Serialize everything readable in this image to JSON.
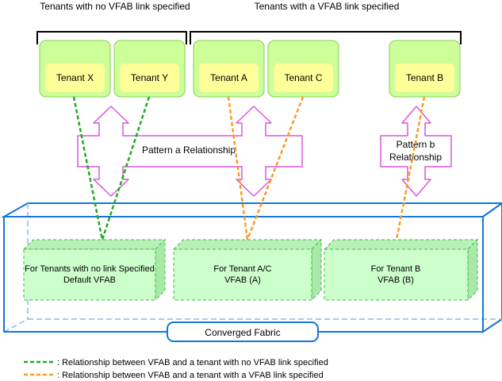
{
  "groups": {
    "no_link_label": "Tenants with no VFAB link specified",
    "with_link_label": "Tenants with a  VFAB link specified"
  },
  "tenants": [
    {
      "id": "x",
      "label": "Tenant X"
    },
    {
      "id": "y",
      "label": "Tenant Y"
    },
    {
      "id": "a",
      "label": "Tenant A"
    },
    {
      "id": "c",
      "label": "Tenant C"
    },
    {
      "id": "b",
      "label": "Tenant B"
    }
  ],
  "relationships": {
    "pattern_a": "Pattern a Relationship",
    "pattern_b_line1": "Pattern b",
    "pattern_b_line2": "Relationship"
  },
  "vfabs": [
    {
      "id": "default",
      "line1": "For Tenants with no link Specified",
      "line2": "Default VFAB"
    },
    {
      "id": "ac",
      "line1": "For Tenant A/C",
      "line2": "VFAB (A)"
    },
    {
      "id": "b",
      "line1": "For Tenant B",
      "line2": "VFAB (B)"
    }
  ],
  "fabric": {
    "label": "Converged Fabric"
  },
  "legend": [
    {
      "id": "green",
      "text": ": Relationship between VFAB and a tenant with no VFAB link specified",
      "color": "#22aa22"
    },
    {
      "id": "orange",
      "text": ": Relationship between VFAB and a tenant with a VFAB link specified",
      "color": "#ff9922"
    }
  ],
  "colors": {
    "tenant_fill": "#ccff99",
    "tenant_inner": "#ffff99",
    "vfab_fill": "#ccffcc",
    "fabric_border": "#1177dd",
    "arrow_border": "#dd55dd",
    "green_line": "#22aa22",
    "orange_line": "#ff9922"
  }
}
